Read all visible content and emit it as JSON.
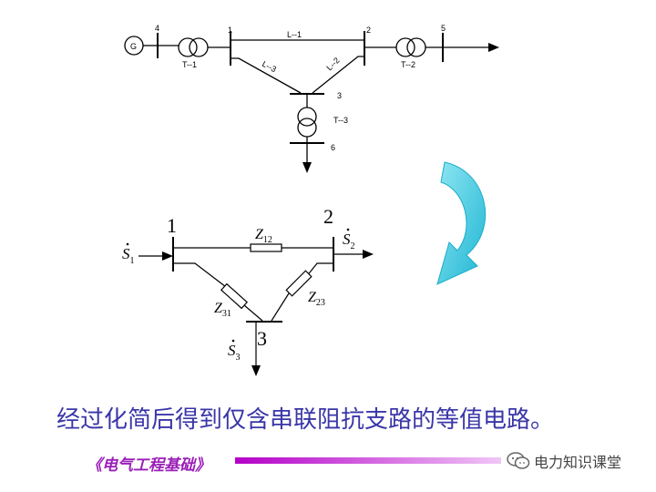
{
  "top_diagram": {
    "generator": "G",
    "bus_labels": [
      "4",
      "1",
      "2",
      "5",
      "3",
      "6"
    ],
    "transformers": [
      "T--1",
      "T--2",
      "T--3"
    ],
    "lines": [
      "L--1",
      "L--3",
      "L--2"
    ]
  },
  "equivalent": {
    "nodes": [
      "1",
      "2",
      "3"
    ],
    "impedances": {
      "z12": {
        "main": "Z",
        "sub": "12"
      },
      "z23": {
        "main": "Z",
        "sub": "23"
      },
      "z31": {
        "main": "Z",
        "sub": "31"
      }
    },
    "powers": {
      "s1": {
        "main": "S",
        "sub": "1"
      },
      "s2": {
        "main": "S",
        "sub": "2"
      },
      "s3": {
        "main": "S",
        "sub": "3"
      }
    }
  },
  "caption": "经过化简后得到仅含串联阻抗支路的等值电路。",
  "footer": {
    "title": "《电气工程基础》",
    "wechat_label": "电力知识课堂"
  },
  "colors": {
    "caption": "#3a36a8",
    "footer_title": "#9b1fb8",
    "arrow": "#2ec7df",
    "bar_start": "#b400c8"
  }
}
